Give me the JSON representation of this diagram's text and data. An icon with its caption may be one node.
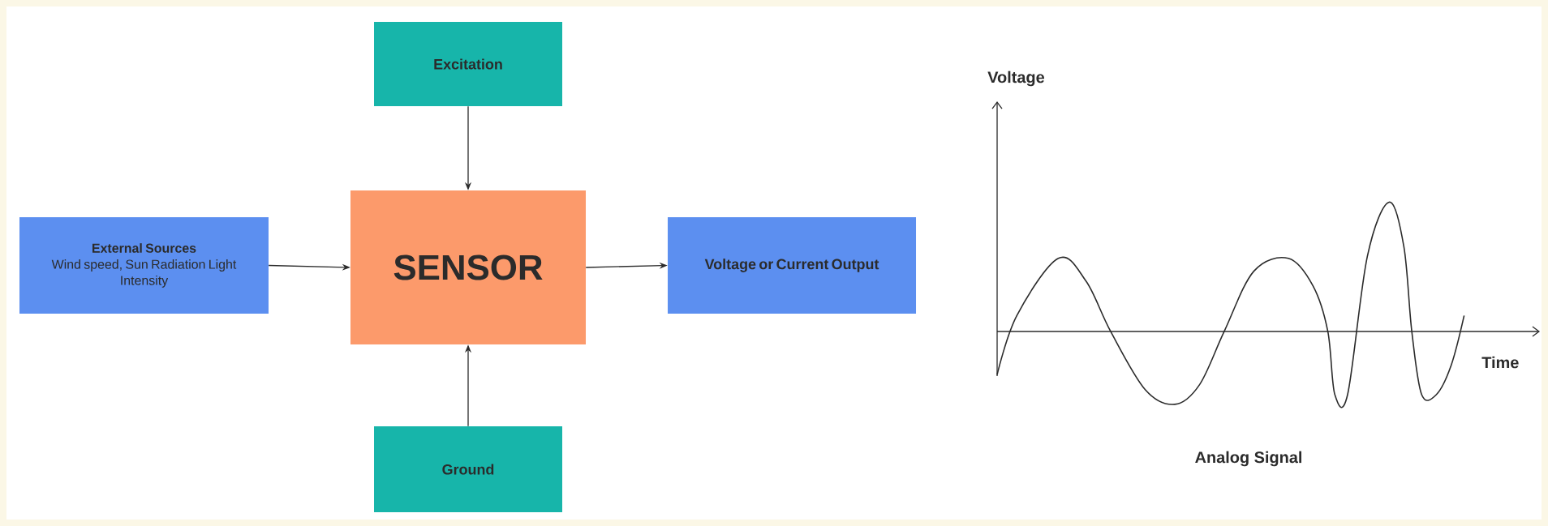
{
  "diagram": {
    "nodes": [
      {
        "text": [
          "Excitation"
        ]
      },
      {
        "text": [
          "External Sources",
          "Wind speed, Sun Radiation Light Intensity"
        ]
      },
      {
        "text": [
          "SENSOR"
        ]
      },
      {
        "text": [
          "Voltage or Current Output"
        ]
      },
      {
        "text": [
          "Ground"
        ]
      }
    ],
    "edges": [
      {
        "from": 0,
        "to": 2,
        "arrow": "to"
      },
      {
        "from": 1,
        "to": 2,
        "arrow": "to"
      },
      {
        "from": 2,
        "to": 3,
        "arrow": "to"
      },
      {
        "from": 4,
        "to": 2,
        "arrow": "to"
      }
    ],
    "labels": [
      "Voltage",
      "Time",
      "Analog Signal"
    ]
  }
}
